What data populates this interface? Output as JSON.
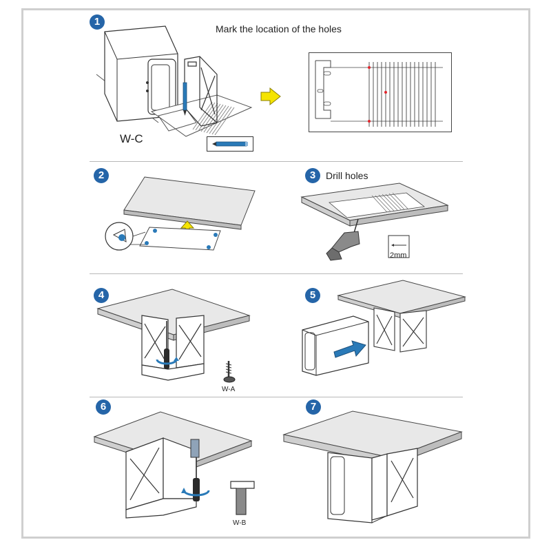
{
  "steps": [
    {
      "number": "1",
      "title": "Mark the location of the holes",
      "label": "W-C"
    },
    {
      "number": "2"
    },
    {
      "number": "3",
      "title": "Drill holes",
      "label": "2mm"
    },
    {
      "number": "4",
      "label": "W-A"
    },
    {
      "number": "5"
    },
    {
      "number": "6",
      "label": "W-B"
    },
    {
      "number": "7"
    }
  ],
  "colors": {
    "badge": "#2565a8",
    "arrow_yellow": "#f5e400",
    "accent_blue": "#2a7ab8",
    "frame": "#cfcfcf"
  },
  "icons": [
    "nas-icon",
    "bracket-icon",
    "pencil-icon",
    "template-sheet-icon",
    "arrow-right-icon",
    "board-icon",
    "drill-icon",
    "screw-icon",
    "screwdriver-icon",
    "magnifier-icon"
  ]
}
